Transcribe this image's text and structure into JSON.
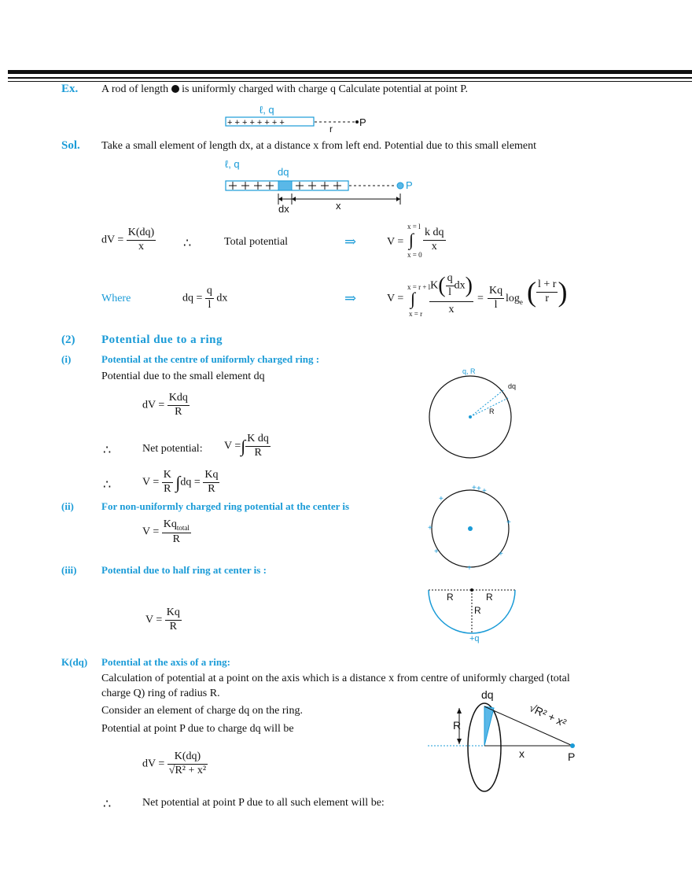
{
  "example": {
    "label": "Ex.",
    "text_a": "A rod of length",
    "text_b": "is uniformly charged with charge q Calculate potential at point P."
  },
  "fig1": {
    "lq": "ℓ, q",
    "pluses": "+ + + +  + + + +",
    "r": "r",
    "p": "P"
  },
  "solution": {
    "label": "Sol.",
    "text": "Take a small element of length dx, at a distance x from left end. Potential due to this small element"
  },
  "fig2": {
    "lq": "ℓ, q",
    "dq": "dq",
    "dx": "dx",
    "x": "x",
    "p": "P"
  },
  "eq1": {
    "lhs": "dV =",
    "num": "K(dq)",
    "den": "x",
    "therefore": "∴",
    "total": "Total potential",
    "arrow": "⇒",
    "v": "V =",
    "upper": "x = l",
    "lower": "x = 0",
    "int_num": "k dq",
    "int_den": "x"
  },
  "eq2": {
    "where": "Where",
    "dq": "dq =",
    "q": "q",
    "l": "l",
    "dx": "dx",
    "arrow": "⇒",
    "v": "V =",
    "upper": "x = r + l",
    "lower": "x = r",
    "K": "K",
    "q2": "q",
    "l2": "l",
    "dx2": "dx",
    "x": "x",
    "eq": "=",
    "Kq": "Kq",
    "l3": "l",
    "log": "log",
    "e": "e",
    "lr": "l + r",
    "r": "r"
  },
  "section2": {
    "num": "(2)",
    "title": "Potential due to a ring"
  },
  "part1": {
    "num": "(i)",
    "title": "Potential at the centre of uniformly charged ring :",
    "desc": "Potential due to the small element dq",
    "dv": "dV =",
    "kdq": "Kdq",
    "R": "R",
    "therefore": "∴",
    "net": "Net potential:",
    "v": "V =",
    "kdq2": "K dq",
    "R2": "R",
    "therefore2": "∴",
    "v2": "V =",
    "K": "K",
    "R3": "R",
    "dq": "dq",
    "eq": "=",
    "Kq": "Kq",
    "R4": "R"
  },
  "fig3": {
    "qR": "q, R",
    "dq": "dq",
    "R": "R"
  },
  "part2": {
    "num": "(ii)",
    "title": "For non-uniformly charged ring potential at the center is",
    "v": "V =",
    "Kq": "Kq",
    "sub": "total",
    "R": "R"
  },
  "fig4": {
    "plus": "+"
  },
  "part3": {
    "num": "(iii)",
    "title": "Potential due to half ring at center is :",
    "v": "V =",
    "Kq": "Kq",
    "R": "R"
  },
  "fig5": {
    "R1": "R",
    "R2": "R",
    "R3": "R",
    "q": "+q"
  },
  "part4": {
    "num": "K(dq)",
    "title": "Potential at the axis of a ring:",
    "line1": "Calculation of potential at a point on the axis which is a distance x from centre of uniformly charged (total",
    "line2": "charge Q) ring of radius R.",
    "line3": "Consider an element of charge dq on the ring.",
    "line4": "Potential at point P due to charge dq will be",
    "dv": "dV =",
    "den": "R² + x²",
    "therefore": "∴",
    "net": "Net potential at point P due to all such element will be:"
  },
  "fig6": {
    "dq": "dq",
    "R": "R",
    "sqrt": "√R² + x²",
    "x": "x",
    "p": "P"
  },
  "colors": {
    "accent": "#1a9bd7",
    "fill": "#5ab8e8"
  }
}
